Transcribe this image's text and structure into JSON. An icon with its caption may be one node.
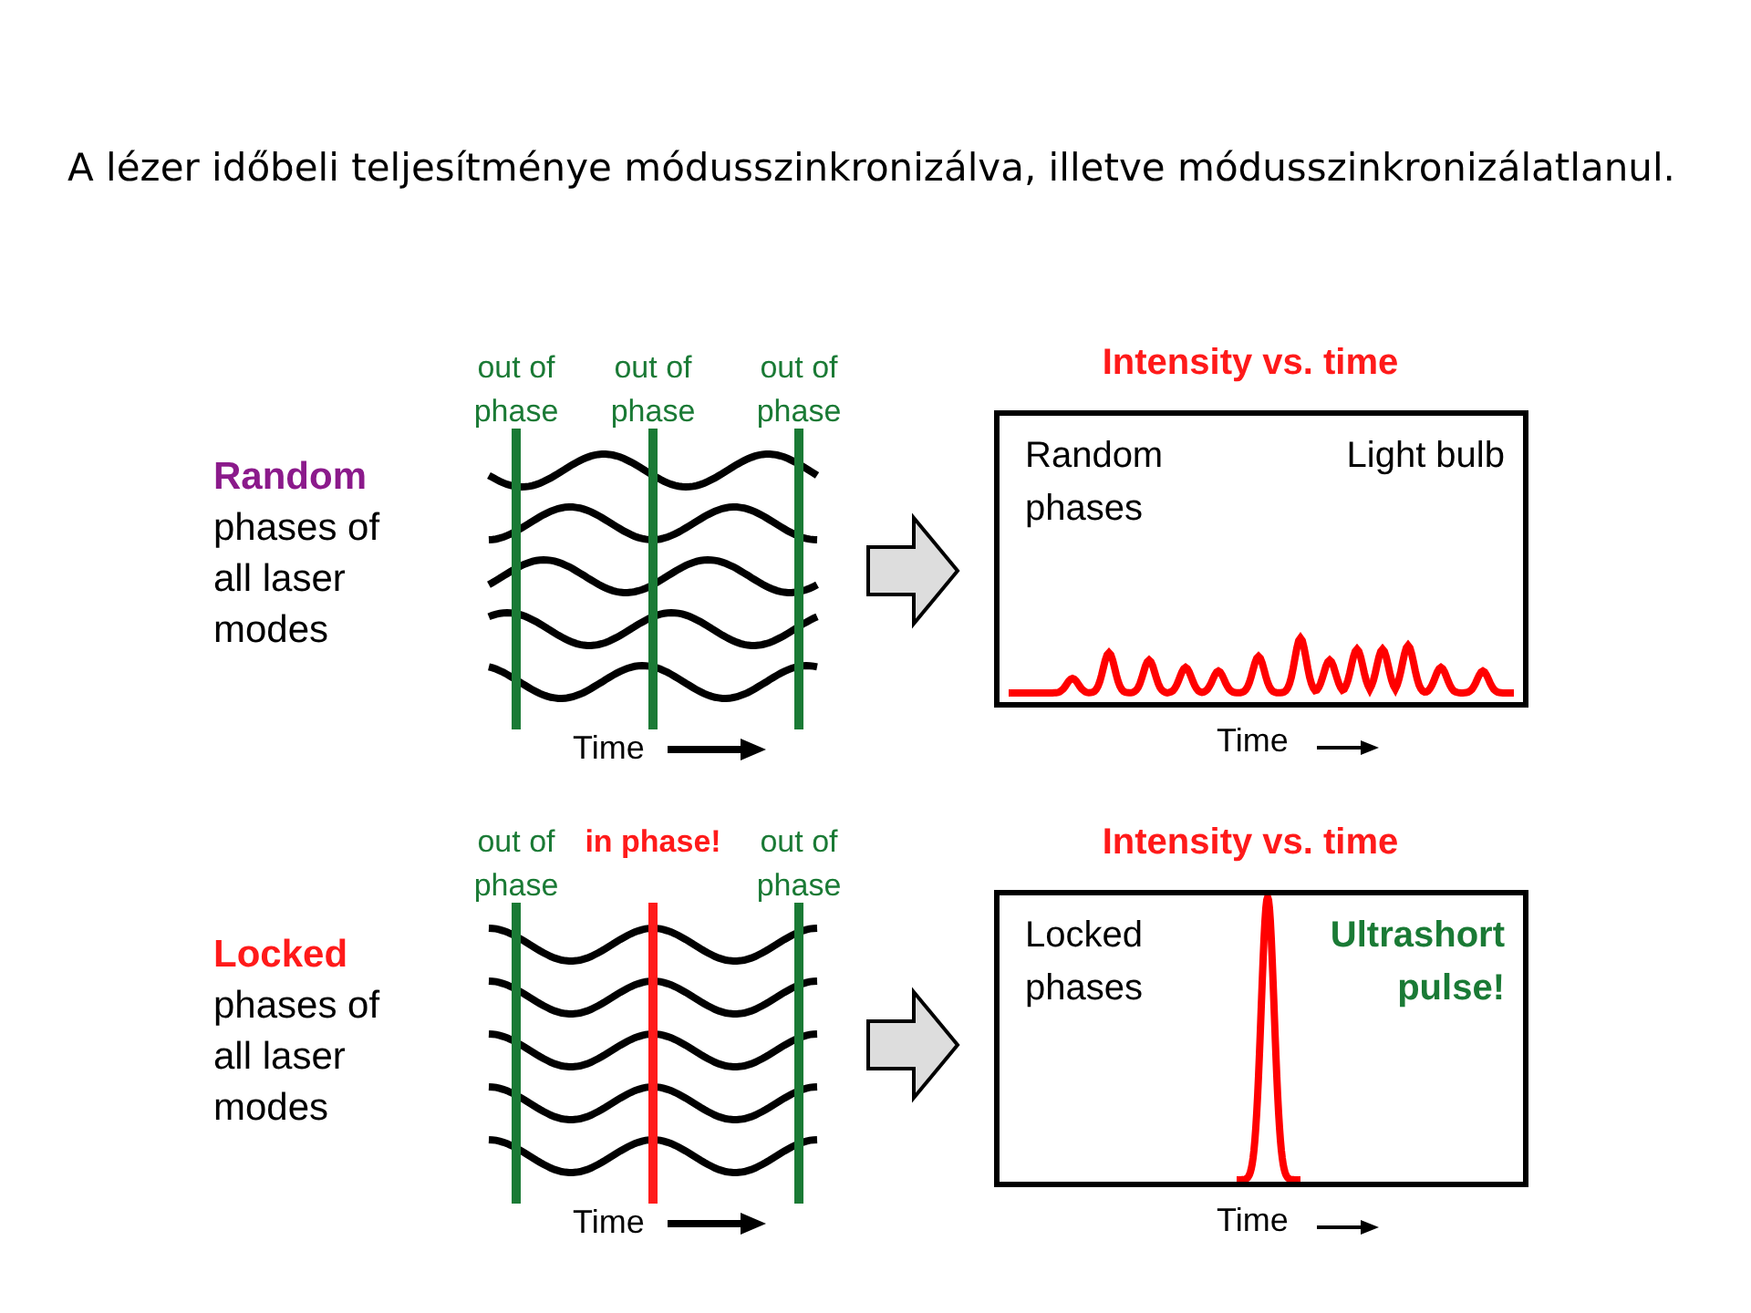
{
  "diagram": {
    "title": "A lézer időbeli teljesítménye módusszinkronizálva, illetve módusszinkronizálatlanul.",
    "nodes": [
      {
        "text": [
          "Random",
          "phases of all laser modes"
        ]
      },
      {
        "text": [
          "out of phase",
          "out of phase",
          "out of phase",
          "Time"
        ]
      },
      {
        "text": [
          "Random phases",
          "Light bulb"
        ],
        "beside": [
          "Intensity vs. time",
          "Time"
        ]
      },
      {
        "text": [
          "Locked",
          "phases of all laser modes"
        ]
      },
      {
        "text": [
          "out of phase",
          "in phase!",
          "out of phase",
          "Time"
        ]
      },
      {
        "text": [
          "Locked phases",
          "Ultrashort pulse!"
        ],
        "beside": [
          "Intensity vs. time",
          "Time"
        ]
      }
    ],
    "edges": [
      {
        "from": 1,
        "to": 2,
        "arrow": "to"
      },
      {
        "from": 4,
        "to": 5,
        "arrow": "to"
      }
    ]
  }
}
